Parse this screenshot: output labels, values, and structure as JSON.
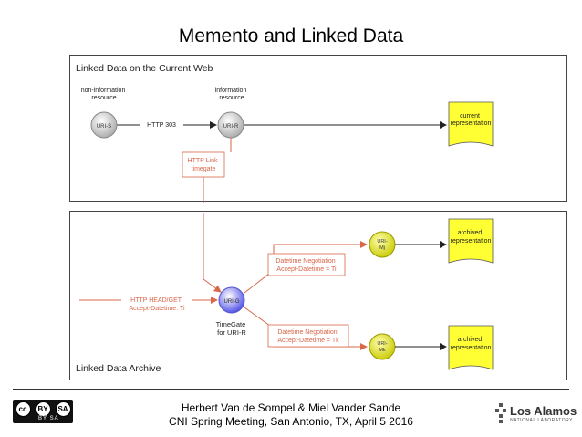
{
  "title": "Memento and Linked Data",
  "top_panel": {
    "label": "Linked Data on the Current Web",
    "non_info_label": [
      "non-information",
      "resource"
    ],
    "info_label": [
      "information",
      "resource"
    ],
    "node_uri_s": "URI-S",
    "node_uri_r": "URI-R",
    "arrow_http_303": "HTTP 303",
    "current_doc": [
      "current",
      "representation"
    ],
    "link_box": [
      "HTTP Link",
      "timegate"
    ]
  },
  "bottom_panel": {
    "label": "Linked Data Archive",
    "request_label": [
      "HTTP HEAD/GET",
      "Accept-Datetime: Ti"
    ],
    "node_uri_g": "URI-G",
    "timegate_caption": [
      "TimeGate",
      "for URI-R"
    ],
    "neg_top": [
      "Datetime Negotiation",
      "Accept-Datetime = Ti"
    ],
    "neg_bottom": [
      "Datetime Negotiation",
      "Accept-Datetime = Tk"
    ],
    "node_mj_top": "URI-",
    "node_mj_sub": "Mj",
    "node_mk_top": "URI-",
    "node_mk_sub": "Mk",
    "archived_doc_1": [
      "archived",
      "representation"
    ],
    "archived_doc_2": [
      "archived",
      "representation"
    ]
  },
  "footer": {
    "line1": "Herbert Van de Sompel & Miel Vander Sande",
    "line2": "CNI Spring Meeting, San Antonio, TX, April 5 2016"
  },
  "license": {
    "by": "BY",
    "sa": "SA",
    "text": "BY SA"
  },
  "logo": {
    "main": "Los Alamos",
    "sub": "NATIONAL LABORATORY"
  },
  "colors": {
    "accent_red": "#d9674a",
    "node_gray": "#cccccc",
    "node_blue": "#6f6ff0",
    "node_yellow": "#e6e600",
    "doc_yellow": "#ffff33"
  }
}
